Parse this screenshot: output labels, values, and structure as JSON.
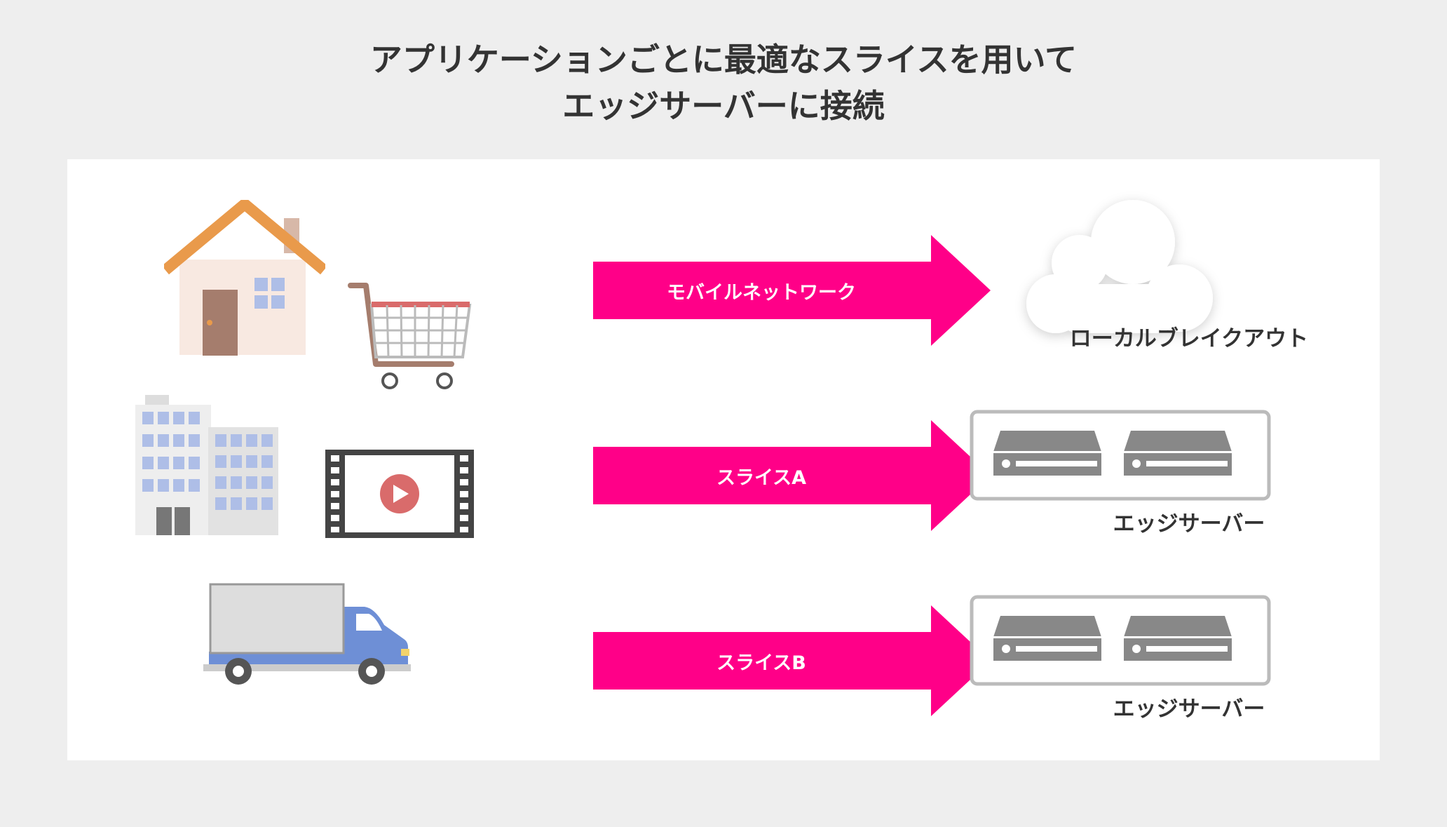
{
  "title": {
    "line1": "アプリケーションごとに最適なスライスを用いて",
    "line2": "エッジサーバーに接続"
  },
  "rows": [
    {
      "arrow_label": "モバイルネットワーク",
      "destination": "ローカルブレイクアウト"
    },
    {
      "arrow_label": "スライスA",
      "destination": "エッジサーバー"
    },
    {
      "arrow_label": "スライスB",
      "destination": "エッジサーバー"
    }
  ],
  "colors": {
    "arrow": "#ff0088",
    "background": "#eeeeee",
    "panel": "#ffffff",
    "text": "#333333"
  },
  "icons": {
    "sources_row1": [
      "house-icon",
      "shopping-cart-icon"
    ],
    "sources_row2": [
      "office-building-icon",
      "video-player-icon"
    ],
    "sources_row3": [
      "delivery-truck-icon"
    ],
    "destinations": [
      "cloud-icon",
      "edge-server-icon",
      "edge-server-icon"
    ]
  }
}
